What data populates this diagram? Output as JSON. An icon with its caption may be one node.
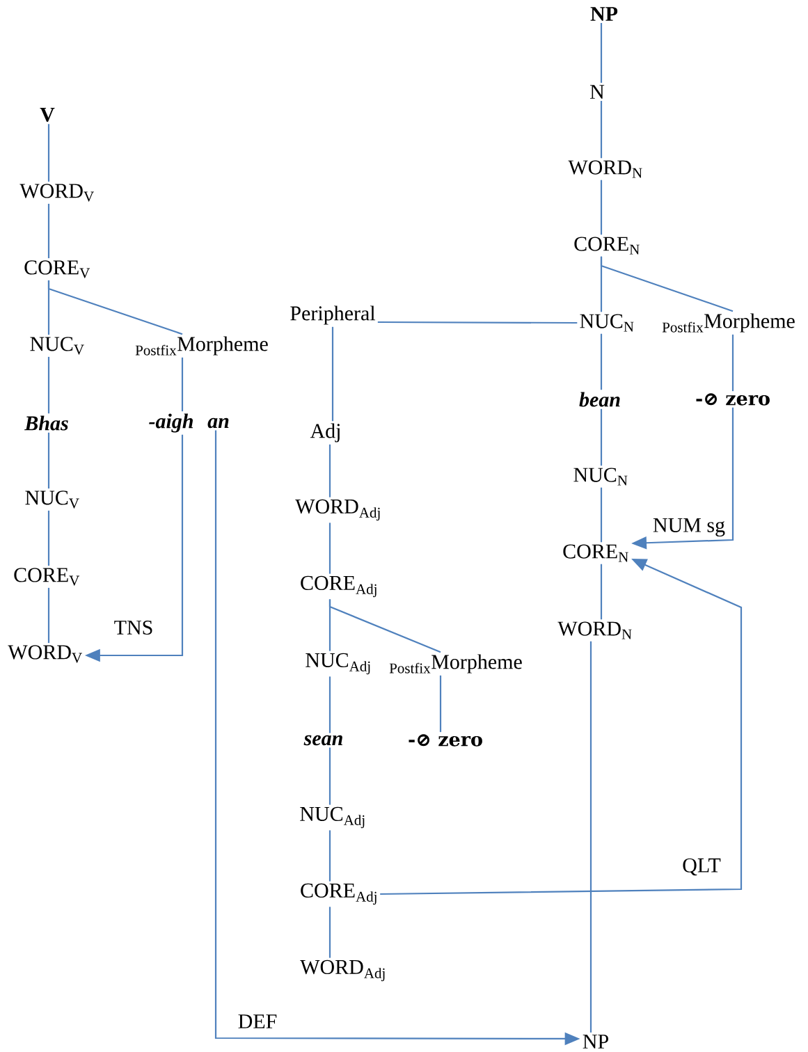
{
  "diagram": {
    "nodes": [
      {
        "text": [
          "V"
        ]
      },
      {
        "text": [
          "WORD$_{V}$"
        ]
      },
      {
        "text": [
          "CORE$_{V}$"
        ]
      },
      {
        "text": [
          "NUC$_{V}$"
        ]
      },
      {
        "text": [
          "$_{Postfix}$Morpheme"
        ]
      },
      {
        "text": [
          "Bhas"
        ]
      },
      {
        "text": [
          "-aigh"
        ]
      },
      {
        "text": [
          "an"
        ]
      },
      {
        "text": [
          "NUC$_{V}$"
        ]
      },
      {
        "text": [
          "CORE$_{V}$"
        ]
      },
      {
        "text": [
          "WORD$_{V}$"
        ]
      },
      {
        "text": [
          "NP"
        ]
      },
      {
        "text": [
          "N"
        ]
      },
      {
        "text": [
          "WORD$_{N}$"
        ]
      },
      {
        "text": [
          "CORE$_{N}$"
        ]
      },
      {
        "text": [
          "NUC$_{N}$"
        ]
      },
      {
        "text": [
          "$_{Postfix}$Morpheme"
        ]
      },
      {
        "text": [
          "Peripheral"
        ]
      },
      {
        "text": [
          "bean"
        ]
      },
      {
        "text": [
          "-⊘ zero"
        ]
      },
      {
        "text": [
          "Adj"
        ]
      },
      {
        "text": [
          "NUC$_{N}$"
        ]
      },
      {
        "text": [
          "WORD$_{Adj}$"
        ]
      },
      {
        "text": [
          "CORE$_{N}$"
        ]
      },
      {
        "text": [
          "CORE$_{Adj}$"
        ]
      },
      {
        "text": [
          "WORD$_{N}$"
        ]
      },
      {
        "text": [
          "NUC$_{Adj}$"
        ]
      },
      {
        "text": [
          "$_{Postfix}$Morpheme"
        ]
      },
      {
        "text": [
          "sean"
        ]
      },
      {
        "text": [
          "-⊘ zero"
        ]
      },
      {
        "text": [
          "NUC$_{Adj}$"
        ]
      },
      {
        "text": [
          "CORE$_{Adj}$"
        ]
      },
      {
        "text": [
          "WORD$_{Adj}$"
        ]
      },
      {
        "text": [
          "NP"
        ]
      }
    ],
    "edges": [
      {
        "from": 0,
        "to": 1,
        "arrow": "none"
      },
      {
        "from": 1,
        "to": 2,
        "arrow": "none"
      },
      {
        "from": 2,
        "to": 3,
        "arrow": "none"
      },
      {
        "from": 2,
        "to": 4,
        "arrow": "none"
      },
      {
        "from": 3,
        "to": 5,
        "arrow": "none"
      },
      {
        "from": 4,
        "to": 6,
        "arrow": "none"
      },
      {
        "from": 5,
        "to": 8,
        "arrow": "none"
      },
      {
        "from": 8,
        "to": 9,
        "arrow": "none"
      },
      {
        "from": 9,
        "to": 10,
        "arrow": "none"
      },
      {
        "from": 6,
        "to": 10,
        "arrow": "to",
        "label": "TNS"
      },
      {
        "from": 7,
        "to": 33,
        "arrow": "to",
        "label": "DEF"
      },
      {
        "from": 11,
        "to": 12,
        "arrow": "none"
      },
      {
        "from": 12,
        "to": 13,
        "arrow": "none"
      },
      {
        "from": 13,
        "to": 14,
        "arrow": "none"
      },
      {
        "from": 14,
        "to": 15,
        "arrow": "none"
      },
      {
        "from": 14,
        "to": 16,
        "arrow": "none"
      },
      {
        "from": 15,
        "to": 17,
        "arrow": "none"
      },
      {
        "from": 17,
        "to": 20,
        "arrow": "none"
      },
      {
        "from": 15,
        "to": 18,
        "arrow": "none"
      },
      {
        "from": 16,
        "to": 19,
        "arrow": "none"
      },
      {
        "from": 18,
        "to": 21,
        "arrow": "none"
      },
      {
        "from": 21,
        "to": 23,
        "arrow": "none"
      },
      {
        "from": 19,
        "to": 23,
        "arrow": "to",
        "label": "NUM sg"
      },
      {
        "from": 23,
        "to": 25,
        "arrow": "none"
      },
      {
        "from": 20,
        "to": 22,
        "arrow": "none"
      },
      {
        "from": 22,
        "to": 24,
        "arrow": "none"
      },
      {
        "from": 24,
        "to": 26,
        "arrow": "none"
      },
      {
        "from": 24,
        "to": 27,
        "arrow": "none"
      },
      {
        "from": 26,
        "to": 28,
        "arrow": "none"
      },
      {
        "from": 27,
        "to": 29,
        "arrow": "none"
      },
      {
        "from": 28,
        "to": 30,
        "arrow": "none"
      },
      {
        "from": 30,
        "to": 31,
        "arrow": "none"
      },
      {
        "from": 31,
        "to": 32,
        "arrow": "none"
      },
      {
        "from": 31,
        "to": 23,
        "arrow": "to",
        "label": "QLT"
      },
      {
        "from": 25,
        "to": 33,
        "arrow": "none"
      }
    ]
  }
}
